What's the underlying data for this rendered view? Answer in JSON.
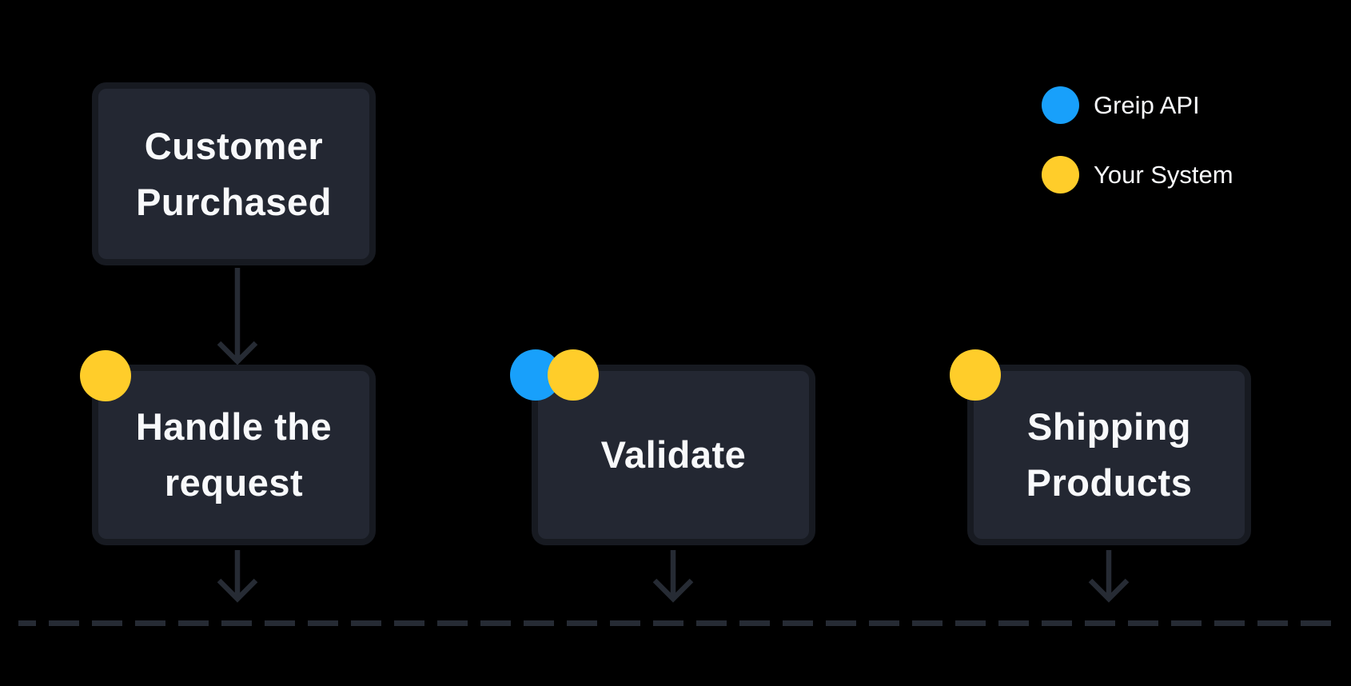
{
  "diagram_title": "",
  "legend": {
    "items": [
      {
        "id": "greip-api",
        "label": "Greip API",
        "color": "#18A0FB"
      },
      {
        "id": "your-system",
        "label": "Your System",
        "color": "#FFCD2A"
      }
    ]
  },
  "nodes": [
    {
      "id": "customer-purchased",
      "lines": [
        "Customer",
        "Purchased"
      ],
      "badges": []
    },
    {
      "id": "handle-request",
      "lines": [
        "Handle the",
        "request"
      ],
      "badges": [
        "your-system"
      ]
    },
    {
      "id": "validate",
      "lines": [
        "Validate"
      ],
      "badges": [
        "greip-api",
        "your-system"
      ]
    },
    {
      "id": "shipping-products",
      "lines": [
        "Shipping",
        "Products"
      ],
      "badges": [
        "your-system"
      ]
    }
  ],
  "connectors": [
    {
      "id": "arrow-customer-to-handle",
      "from": "customer-purchased",
      "to": "handle-request"
    },
    {
      "id": "arrow-handle-to-timeline",
      "from": "handle-request",
      "to": "timeline"
    },
    {
      "id": "arrow-validate-to-timeline",
      "from": "validate",
      "to": "timeline"
    },
    {
      "id": "arrow-shipping-to-timeline",
      "from": "shipping-products",
      "to": "timeline"
    }
  ],
  "colors": {
    "background": "#000000",
    "box_fill": "#232732",
    "box_border": "#171a21",
    "connector": "#262b34",
    "greip_api_blue": "#18A0FB",
    "your_system_yellow": "#FFCD2A",
    "text": "#f8f9fb"
  }
}
